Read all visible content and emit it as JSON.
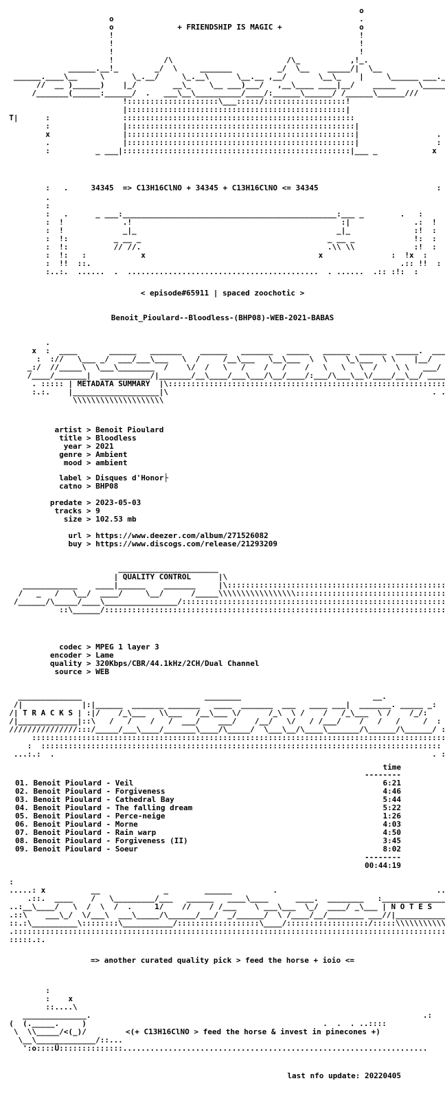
{
  "header_art": [
    "                                                                               o",
    "                        o                                                      .",
    "                        o              + FRIENDSHIP IS MAGIC +                 o",
    "                        !                                                      !",
    "                        !                                                      !",
    "                        !                                                      !",
    "                        !           /\\                         /\\_           ,!_.",
    "               ______.__!_        _/  \\     _______          _/  \\__    _____/|  \\__",
    "   ______.____\\__     \\      \\_.__/     \\_.__\\      \\__.__ ,__/       \\__\\_    |     \\______ ___.____",
    "        //  __ )______)    |_/        __\\_    \\__ ___)___/   ,__\\____ ____|__/    _____     \\_____/",
    "       /_______(______:______/  .   ___\\__\\__________/____/:______\\______/ /______\\______///",
    "                           !::::::::::::::::::::\\___:::::/::::::::::::::::::!",
    "                           |::::::::::::::::::::::::::::::::::::::::::::::::|",
    "  T|      :                :::::::::::::::::::::::::::::::::::::::::::::::::::",
    "          :                |::::::::::::::::::::::::::::::::::::::::::::::::::|",
    "          x                |::::::::::::::::::::::::::::::::::::::::::::::::::|                 .",
    "          .                |::::::::::::::::::::::::::::::::::::::::::::::::::|                 :",
    "          :          _ ___|::::::::::::::::::::::::::::::::::::::::::::::::::|___ _            x"
  ],
  "equation_line": "          :   .     34345  => C13H16ClNO + 34345 + C13H16ClNO <= 34345                          :",
  "frame_art": [
    "          .",
    "          :",
    "          :   .      _ ___:_______________________________________________:___ _        .   :",
    "          :  !             .!                                              :|              .:  !",
    "          :  !             _|_                                            _|_              :!  :",
    "          :  !:          _ __ _                                         _ __ _             !:  :",
    "          :  !:          // //.                                         .\\\\ \\\\             :!  :",
    "          :  !:   :            x                                      x               :  !x  :",
    "          :  !!  ::.                                                                    .:: !!  :",
    "          :..:.  ......  .  ..........................................  . ......  .:: :!:  :"
  ],
  "episode_line": "< episode#65911 | spaced zoochotic >",
  "release_line": "Benoit_Pioulard--Bloodless-(BHP08)-WEB-2021-BABAS",
  "metadata_art": [
    "          .                                                                                          :",
    "       x  :  ____       ______   _______    ______   _______   _____   ______  ______  _____.  ____  :",
    "        :  ://   \\___ _/  ___/___\\___   \\  /     /__\\___   \\__\\___  \\  \\    \\_\\___  \\ \\    |__/   \\_:  x",
    "      _:/  //_____\\  \\___\\________  /    \\/  /   \\   /    /   /    /   \\   \\   \\  /    \\ \\   ___/   //:",
    "      /____/_______|  ___________/|_______/__\\____/___\\___/\\__/____/:___/\\___\\__\\/____/__\\__/ ______//:",
    "       . ::::: | METADATA SUMMARY  |\\:::::::::::::::::::::::::::::::::::::::::::::::::::::::::::::::::::",
    "       :.:.    |___________________|\\                                                          . ....:",
    "                \\\\\\\\\\\\\\\\\\\\\\\\\\\\\\\\\\\\\\\\"
  ],
  "metadata": {
    "artist": "Benoit Pioulard",
    "title": "Bloodless",
    "year": "2021",
    "genre": "Ambient",
    "mood": "ambient",
    "label": "Disques d'Honor├",
    "catno": "BHP08",
    "predate": "2023-05-03",
    "tracks": "9",
    "size": "102.53 mb",
    "url": "https://www.deezer.com/album/271526082",
    "buy": "https://www.discogs.com/release/21293209"
  },
  "quality_art": [
    "                          ______________________",
    "                         | QUALITY CONTROL      |\\",
    "     ____________    ____|______    _______     |\\::::::::::::::::::::::::::::::::::::::::::::::::::::::",
    "    /   _   /   \\__/  ____/     \\__/      /_____\\\\\\\\\\\\\\\\\\\\\\\\\\\\\\\\\\:::::::::::::::::::::::::::::::::::::::::::::::::::",
    "   /______/\\_____/____\\________________/::::::::::::::::::::::::::::::::::::::::::::::::::::::::::::::::::  :",
    "             ::\\______/:::::::::::::::::::::::::::::::::::::::::::::::::::::::::::::::::::::::::::::::::::::",
    "                                                                                                   . . .:"
  ],
  "quality": {
    "codec": "MPEG 1 layer 3",
    "encoder": "Lame",
    "quality": "320Kbps/CBR/44.1kHz/2CH/Dual Channel",
    "source": "WEB"
  },
  "tracks_art": [
    "    ______________                           ________                             __.",
    "   /|             |:|______  _______ _______   ____  _______  ___   ____ ___|  _______. _____ _:",
    "  /| T R A C K S | :|/    /_\\___   \\\\___   /__\\___ \\/      /_\\  \\ /    /   /_\\___  \\ /    /_/:",
    "  /|_____________|::\\   /   /    /   /  ___/    ___/    /__/   \\/   / /___/    /   /   /     /  :",
    "  ///////////////:::/_____/___\\____/_______\\____/\\_____/  \\___\\__/\\____\\_______/\\______/\\______/ :",
    "       :::::::::::::::::::::::::::::::::::::::::::::::::::::::::::::::::::::::::::::::::::::::::::::::::",
    "      :  ::::::::::::::::::::::::::::::::::::::::::::::::::::::::::::::::::::::::::::::::::::::::  :",
    "   ...:.:  .                                                                                   . :...:"
  ],
  "tracklist": {
    "time_header": "time",
    "tracks": [
      {
        "title": "01. Benoit Pioulard - Veil",
        "time": "6:21"
      },
      {
        "title": "02. Benoit Pioulard - Forgiveness",
        "time": "4:46"
      },
      {
        "title": "03. Benoit Pioulard - Cathedral Bay",
        "time": "5:44"
      },
      {
        "title": "04. Benoit Pioulard - The falling dream",
        "time": "5:22"
      },
      {
        "title": "05. Benoit Pioulard - Perce-neige",
        "time": "1:26"
      },
      {
        "title": "06. Benoit Pioulard - Morne",
        "time": "4:03"
      },
      {
        "title": "07. Benoit Pioulard - Rain warp",
        "time": "4:50"
      },
      {
        "title": "08. Benoit Pioulard - Forgiveness (II)",
        "time": "3:45"
      },
      {
        "title": "09. Benoit Pioulard - Soeur",
        "time": "8:02"
      }
    ],
    "total": "00:44:19"
  },
  "notes_art": [
    "  :                                                                                                  :",
    "  .....: x          __              _        ______         .                                   ..:>",
    "      .::.  ____    /   \\_________/___   ______   ____\\____      ____.  ________   :______________:\\:",
    "  ..:__\\____/   \\  /  \\  /  .     1/    //    / /___    \\ ___\\___  \\_/  ____/ _\\___ | N O T E S    |\\:",
    "  .::\\    ___\\_/  \\/___\\  ___\\_____/\\______/___/  _/______/  \\ /____/__/________ ___//|______________|\\:",
    "  ::.:\\__________\\::::::::\\___________/::::::::::::::::::\\____/::::::::::::::::::/:::::\\\\\\\\\\\\\\\\\\\\\\\\\\\\\\\\:",
    "  .:::::::::::::::::::::::::::::::::::::::::::::::::::::::::::::::::::::::::::::::::::::::::::::::::::::::",
    "  :::::.:.                                                                                          ..:"
  ],
  "notes_line": "=> another curated quality pick > feed the horse + ioio <=",
  "footer_art": [
    "          :",
    "          :    x",
    "          ::....\\",
    "     ______________.                                                                         .:",
    "  (  (._____.     )                                                    .  .  . ..::::",
    "   \\  \\\\_____/<(_)/",
    "    \\__\\_____________/::...",
    "     ':o::::Ü::::::::::::::..................................................................."
  ],
  "footer_line": "<(+ C13H16ClNO > feed the horse & invest in pinecones +)",
  "last_update": "last nfo update: 20220405"
}
